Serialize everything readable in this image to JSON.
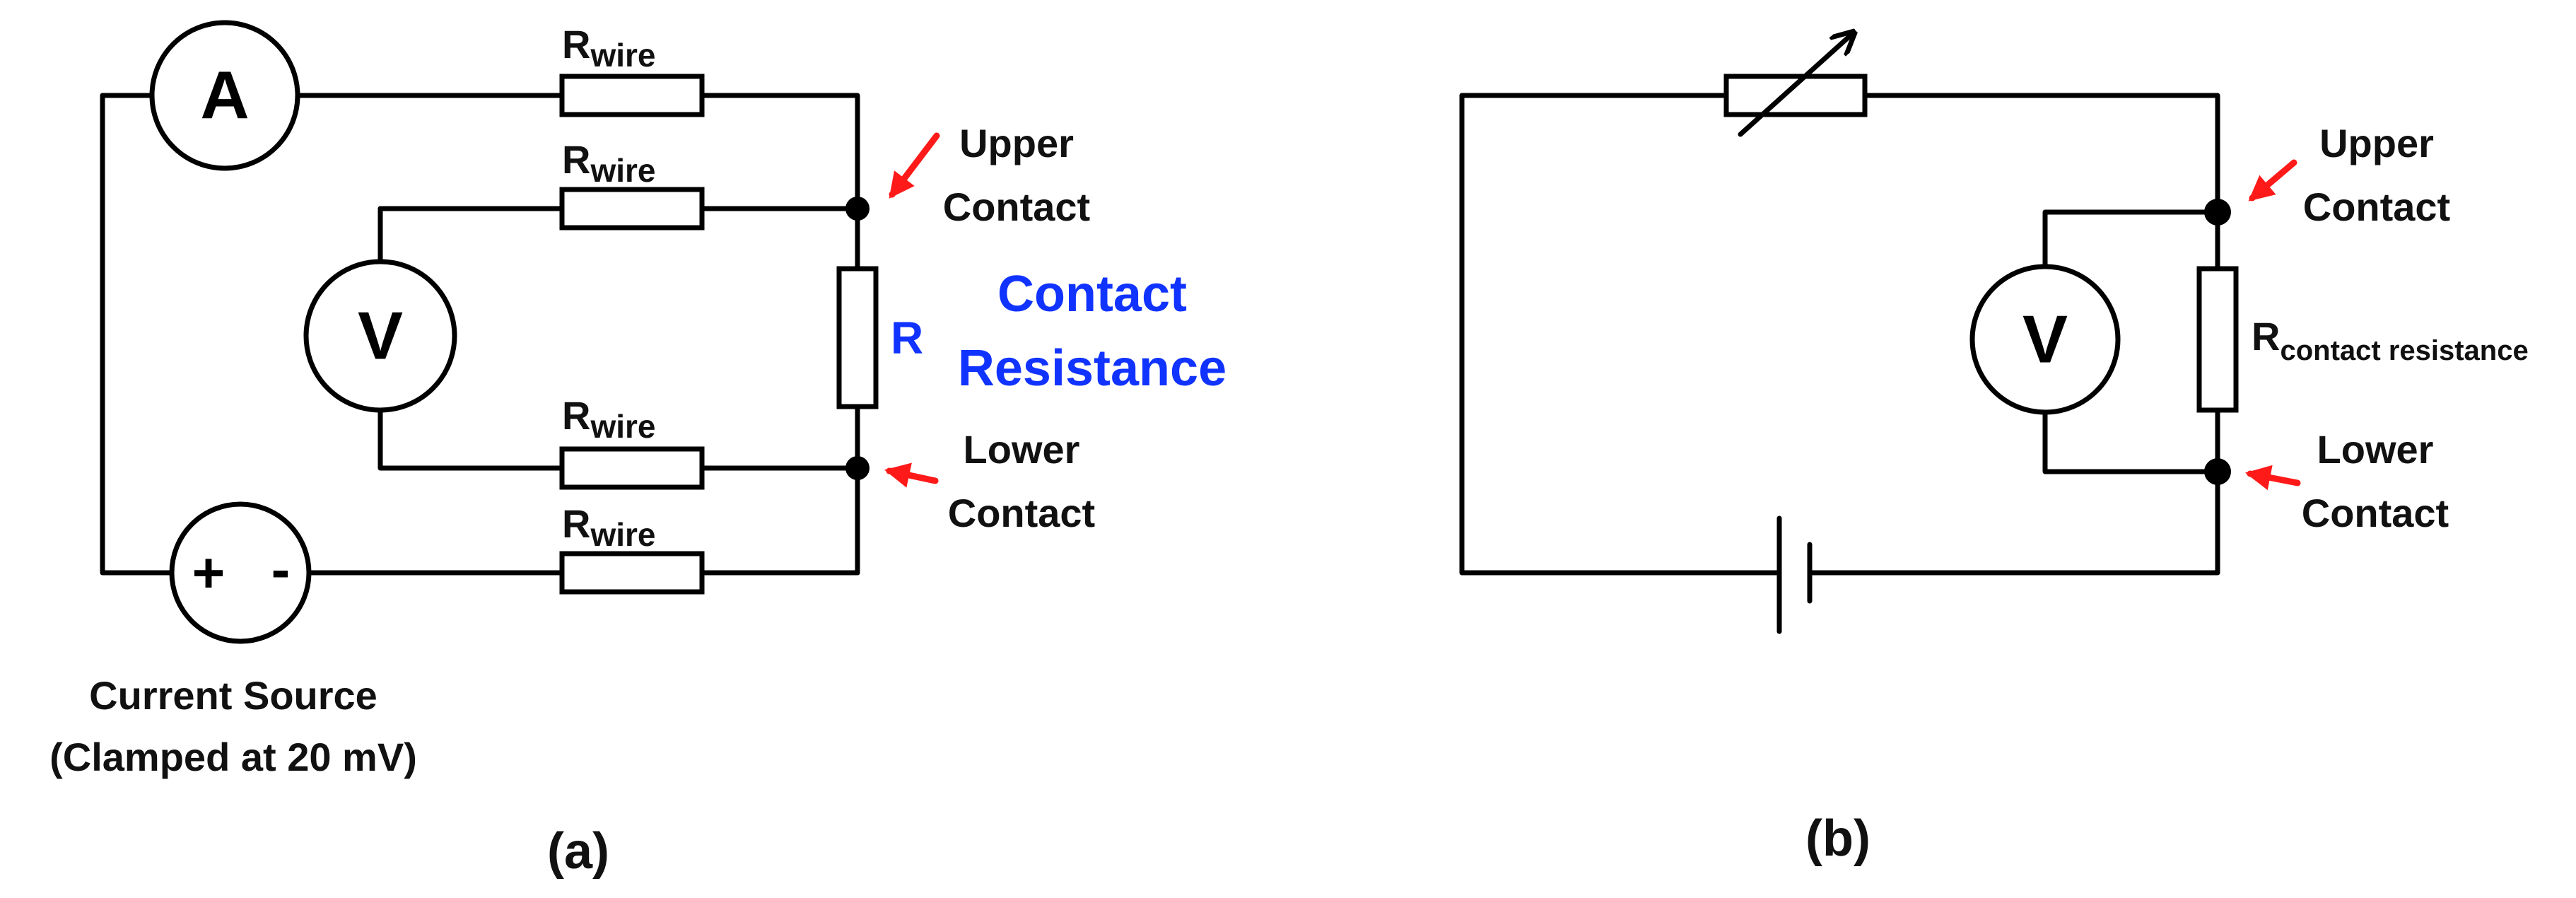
{
  "colors": {
    "line": "#000000",
    "highlight_text": "#1133ff",
    "contact_arrow": "#ff1a1a",
    "background": "#ffffff"
  },
  "circuit_a": {
    "caption": "(a)",
    "ammeter_symbol": "A",
    "voltmeter_symbol": "V",
    "wire_resistor_label": {
      "main": "R",
      "sub": "wire"
    },
    "sample_resistor_label": "R",
    "contact_resistance_label": [
      "Contact",
      "Resistance"
    ],
    "upper_contact_label": [
      "Upper",
      "Contact"
    ],
    "lower_contact_label": [
      "Lower",
      "Contact"
    ],
    "source_plus": "+",
    "source_minus": "-",
    "source_label": [
      "Current Source",
      "(Clamped at 20 mV)"
    ]
  },
  "circuit_b": {
    "caption": "(b)",
    "voltmeter_symbol": "V",
    "resistor_label": {
      "main": "R",
      "sub": "contact resistance"
    },
    "upper_contact_label": [
      "Upper",
      "Contact"
    ],
    "lower_contact_label": [
      "Lower",
      "Contact"
    ]
  }
}
